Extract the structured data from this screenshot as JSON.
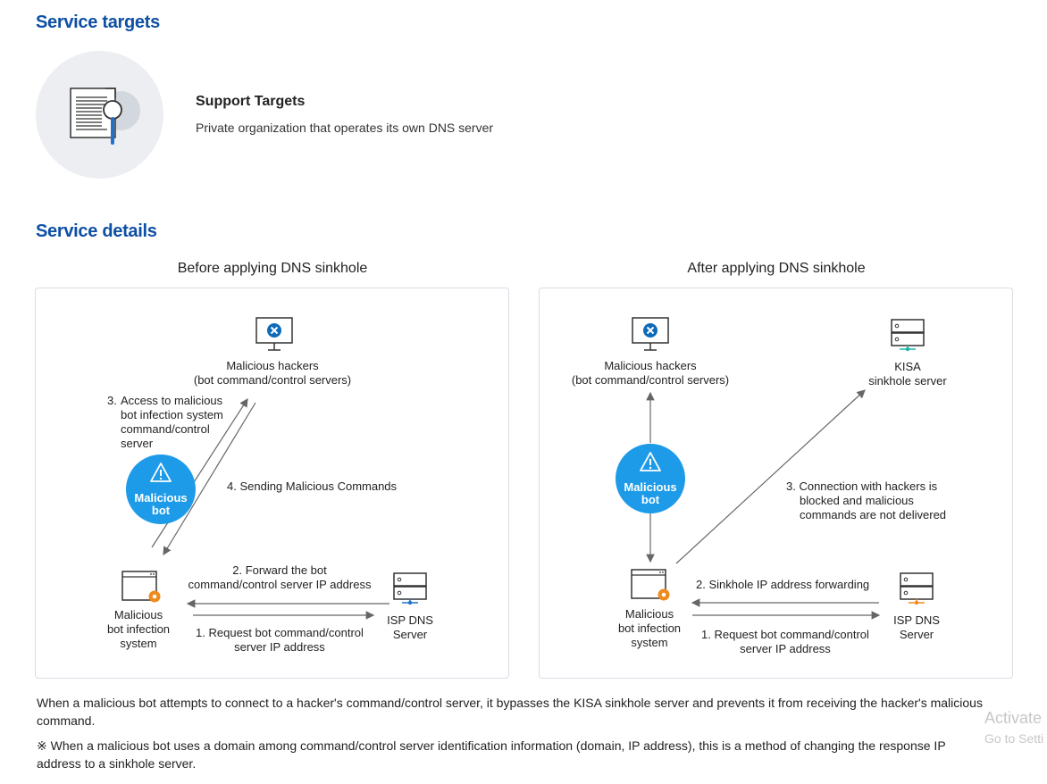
{
  "service_targets": {
    "heading": "Service targets",
    "support_title": "Support Targets",
    "support_desc": "Private organization that operates its own DNS server"
  },
  "service_details": {
    "heading": "Service details",
    "before": {
      "title": "Before applying DNS sinkhole",
      "hackers_line1": "Malicious hackers",
      "hackers_line2": "(bot command/control servers)",
      "step3_num": "3.",
      "step3_lines": [
        "Access to malicious",
        "bot infection system",
        "command/control",
        "server"
      ],
      "step4": "4. Sending Malicious Commands",
      "bot_line1": "Malicious",
      "bot_line2": "bot",
      "step2_line1": "2. Forward the bot",
      "step2_line2": "command/control server IP address",
      "step1_line1": "1. Request bot command/control",
      "step1_line2": "server IP address",
      "infected_lines": [
        "Malicious",
        "bot infection",
        "system"
      ],
      "isp_line1": "ISP DNS",
      "isp_line2": "Server"
    },
    "after": {
      "title": "After applying DNS sinkhole",
      "hackers_line1": "Malicious hackers",
      "hackers_line2": "(bot command/control servers)",
      "kisa_line1": "KISA",
      "kisa_line2": "sinkhole server",
      "bot_line1": "Malicious",
      "bot_line2": "bot",
      "step3_lines": [
        "3. Connection with hackers is",
        "blocked and malicious",
        "commands are not delivered"
      ],
      "step2": "2. Sinkhole IP address forwarding",
      "step1_line1": "1. Request bot command/control",
      "step1_line2": "server IP address",
      "infected_lines": [
        "Malicious",
        "bot infection",
        "system"
      ],
      "isp_line1": "ISP DNS",
      "isp_line2": "Server"
    }
  },
  "notes": {
    "note1": "When a malicious bot attempts to connect to a hacker's command/control server, it bypasses the KISA sinkhole server and prevents it from receiving the hacker's malicious command.",
    "note2": "※ When a malicious bot uses a domain among command/control server identification information (domain, IP address), this is a method of changing the response IP address to a sinkhole server."
  },
  "watermark": {
    "line1": "Activate",
    "line2": "Go to Setti"
  },
  "colors": {
    "heading": "#0d4fa3",
    "bot_blue": "#1e9be8",
    "icon_blue": "#0d6bb8",
    "orange": "#f08a1c",
    "teal": "#1bb5a8",
    "arrow": "#666666"
  },
  "icons": [
    "document-search-icon",
    "monitor-x-icon",
    "server-icon",
    "warning-icon",
    "browser-bug-icon"
  ]
}
